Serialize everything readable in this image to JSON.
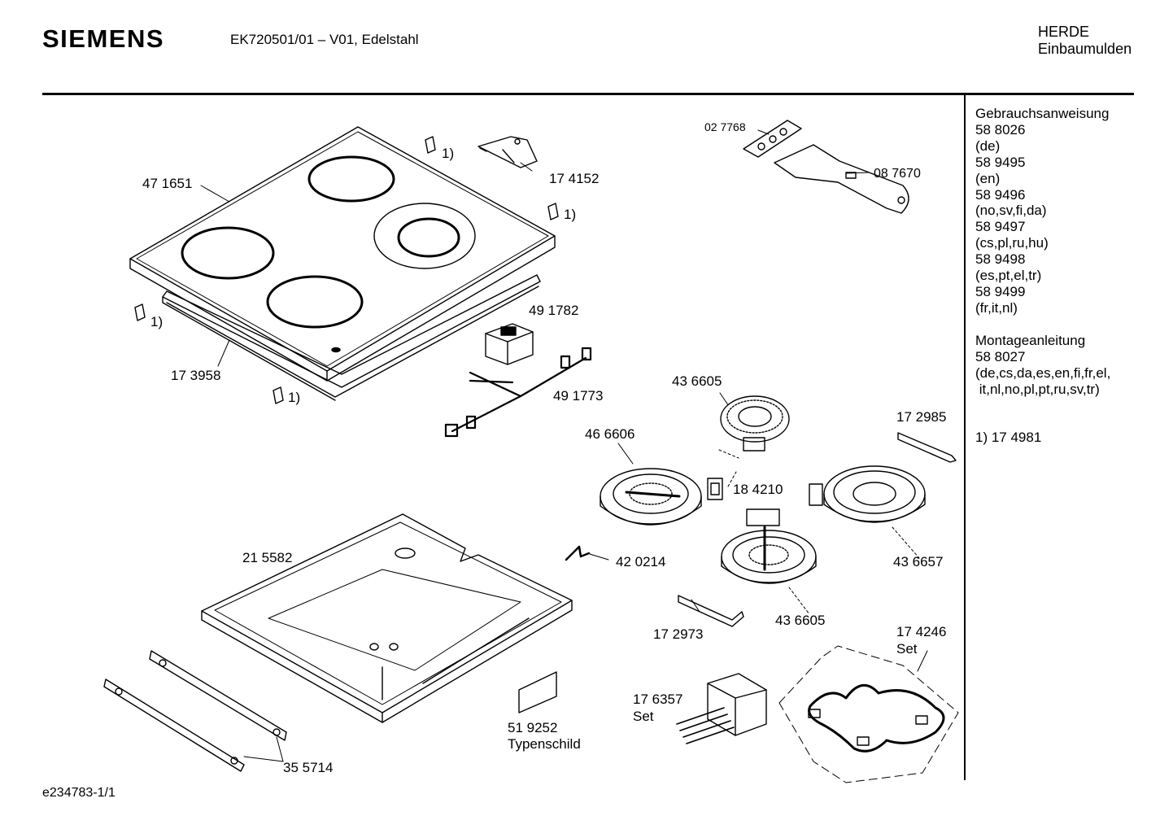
{
  "header": {
    "brand": "SIEMENS",
    "model": "EK720501/01 – V01, Edelstahl",
    "category_line1": "HERDE",
    "category_line2": "Einbaumulden"
  },
  "sidebar": {
    "manual_title": "Gebrauchsanweisung",
    "manual_items": [
      {
        "number": "58 8026",
        "languages": "(de)"
      },
      {
        "number": "58 9495",
        "languages": "(en)"
      },
      {
        "number": "58 9496",
        "languages": "(no,sv,fi,da)"
      },
      {
        "number": "58 9497",
        "languages": "(cs,pl,ru,hu)"
      },
      {
        "number": "58 9498",
        "languages": "(es,pt,el,tr)"
      },
      {
        "number": "58 9499",
        "languages": "(fr,it,nl)"
      }
    ],
    "install_title": "Montageanleitung",
    "install_number": "58 8027",
    "install_languages_1": "(de,cs,da,es,en,fi,fr,el,",
    "install_languages_2": " it,nl,no,pl,pt,ru,sv,tr)",
    "footnote": "1) 17 4981"
  },
  "parts": {
    "p471651": "47 1651",
    "p174152": "17 4152",
    "p027768": "02 7768",
    "p087670": "08 7670",
    "fn_a": "1)",
    "fn_b": "1)",
    "fn_c": "1)",
    "fn_d": "1)",
    "p491782": "49 1782",
    "p491773": "49 1773",
    "p173958": "17 3958",
    "p436605_top": "43 6605",
    "p172985": "17 2985",
    "p466606": "46 6606",
    "p184210": "18 4210",
    "p215582": "21 5582",
    "p420214": "42 0214",
    "p436657": "43 6657",
    "p436605_bottom": "43 6605",
    "p172973": "17 2973",
    "p174246": "17 4246",
    "p174246_set": "Set",
    "p176357": "17 6357",
    "p176357_set": "Set",
    "p519252": "51 9252",
    "p519252_name": "Typenschild",
    "p355714": "35 5714"
  },
  "footer": {
    "drawing_id": "e234783-1/1"
  }
}
